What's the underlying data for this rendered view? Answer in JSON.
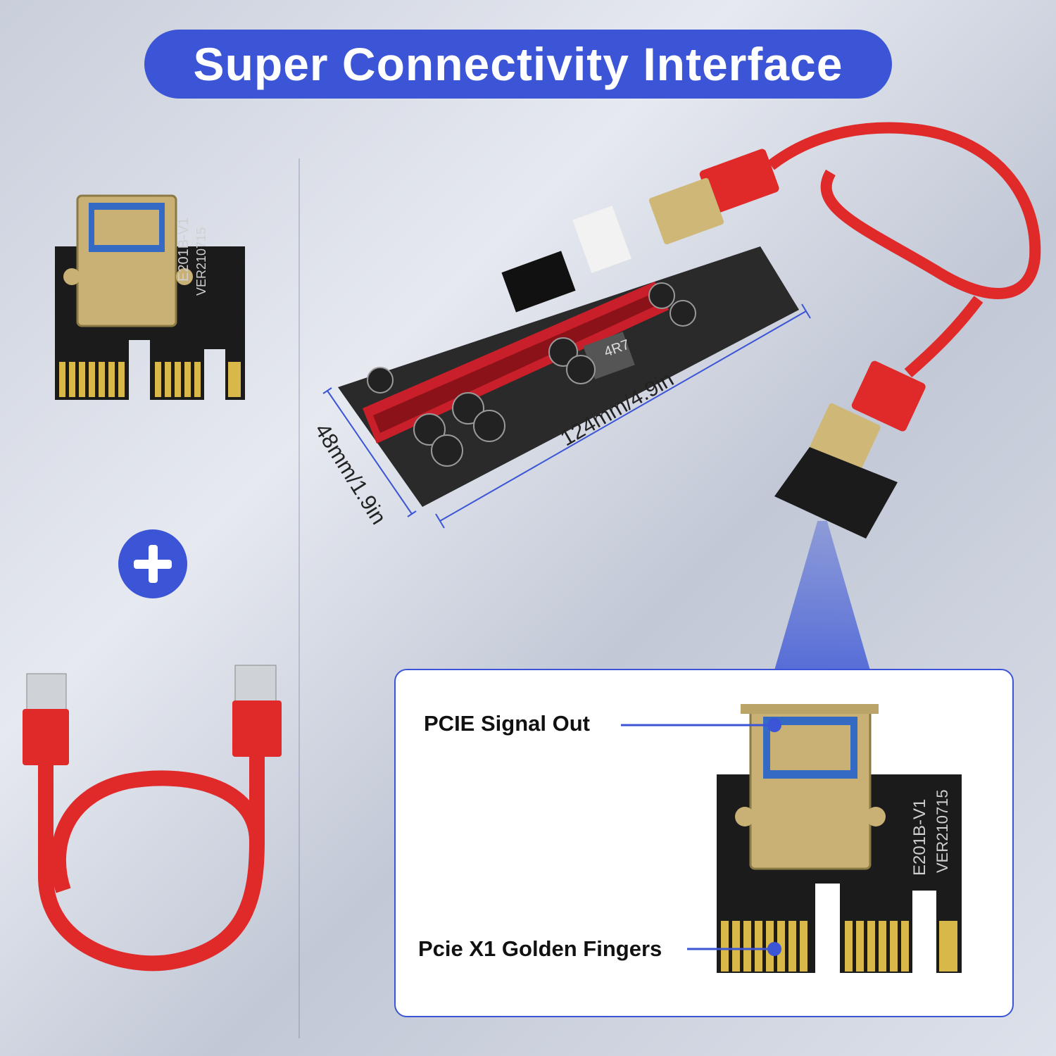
{
  "banner": {
    "title": "Super Connectivity Interface"
  },
  "dimensions": {
    "length": "124mm/4.9in",
    "width": "48mm/1.9in"
  },
  "callout": {
    "signal_out": "PCIE Signal Out",
    "golden_fingers": "Pcie X1 Golden Fingers"
  },
  "board_marks": {
    "model": "E201B-V1",
    "version": "VER210715",
    "inductor": "4R7"
  },
  "colors": {
    "accent": "#3b55d6",
    "cable": "#e02a2a",
    "pcb": "#1b1b1b",
    "gold": "#d9b84a"
  }
}
